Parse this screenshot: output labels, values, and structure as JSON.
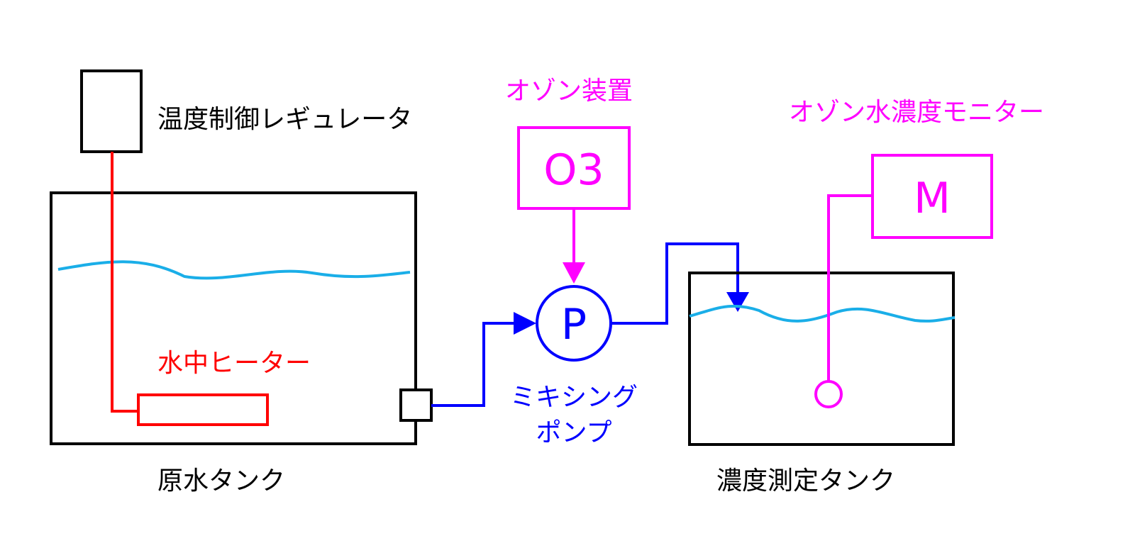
{
  "labels": {
    "regulator": "温度制御レギュレータ",
    "heater": "水中ヒーター",
    "source_tank": "原水タンク",
    "ozone_device": "オゾン装置",
    "ozone_symbol": "O3",
    "pump_symbol": "P",
    "pump_line1": "ミキシング",
    "pump_line2": "ポンプ",
    "monitor": "オゾン水濃度モニター",
    "monitor_symbol": "M",
    "measure_tank": "濃度測定タンク"
  },
  "colors": {
    "structure": "#000000",
    "heater": "#ff0000",
    "water": "#1aaee8",
    "pump_line": "#0000ff",
    "ozone": "#ff00ff",
    "background": "#ffffff"
  }
}
